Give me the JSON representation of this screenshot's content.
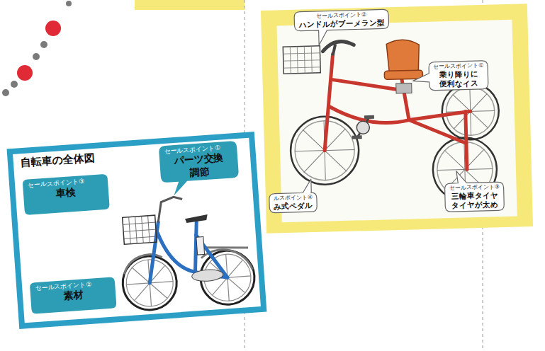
{
  "diagram": {
    "nodes": [
      {
        "text": [
          "セールスポイント②",
          "ハンドルがブーメラン型"
        ]
      },
      {
        "text": [
          "セールスポイント①",
          "乗り降りに 便利なイス"
        ]
      },
      {
        "text": [
          "ルスポイント④",
          "み式ペダル"
        ]
      },
      {
        "text": [
          "セールスポイント③",
          "三輪車タイヤ タイヤが太め"
        ]
      },
      {
        "text": [
          "自転車の全体図"
        ]
      },
      {
        "text": [
          "セールスポイント③",
          "車検"
        ],
        "in": 4
      },
      {
        "text": [
          "セールスポイント①",
          "パーツ交換 調節"
        ],
        "in": 4
      },
      {
        "text": [
          "セールスポイント②",
          "素材"
        ],
        "in": 4
      }
    ]
  }
}
